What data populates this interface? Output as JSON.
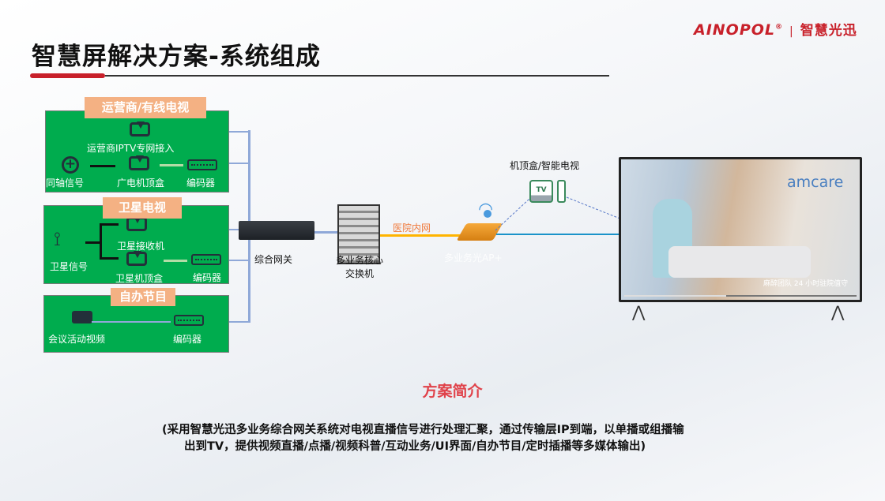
{
  "title": "智慧屏解决方案-系统组成",
  "logo": {
    "brand": "AINOPOL",
    "reg": "®",
    "cn": "智慧光迅",
    "color": "#c8202a"
  },
  "groups": [
    {
      "header": "运营商/有线电视",
      "items": {
        "iptv": "运营商IPTV专网接入",
        "coax": "同轴信号",
        "stb": "广电机顶盒",
        "encoder": "编码器"
      }
    },
    {
      "header": "卫星电视",
      "items": {
        "signal": "卫星信号",
        "receiver": "卫星接收机",
        "stb": "卫星机顶盒",
        "encoder": "编码器"
      }
    },
    {
      "header": "自办节目",
      "items": {
        "video": "会议活动视频",
        "encoder": "编码器"
      }
    }
  ],
  "devices": {
    "gateway": "综合网关",
    "core_switch": "多业务核心交换机",
    "lan": "医院内网",
    "ap": "多业务光AP+",
    "stb_tv": "机顶盒/智能电视",
    "tv_icon": "TV"
  },
  "tv_screen": {
    "brand": "amcare",
    "subtitle": "麻醉团队 24 小时驻院值守",
    "progress": 0.44
  },
  "summary": {
    "heading": "方案简介",
    "line1": "(采用智慧光迅多业务综合网关系统对电视直播信号进行处理汇聚，通过传输层IP到端，以单播或组播输",
    "line2": "出到TV，提供视频直播/点播/视频科普/互动业务/UI界面/自办节目/定时插播等多媒体输出)"
  }
}
